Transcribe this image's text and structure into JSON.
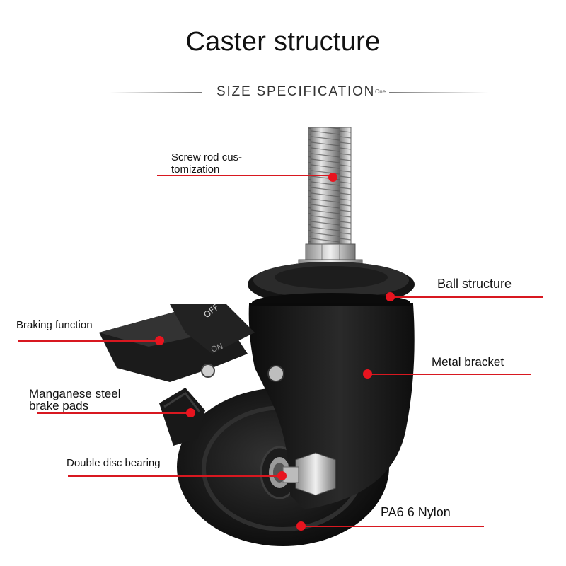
{
  "header": {
    "title": "Caster structure",
    "subtitle": "SIZE SPECIFICATION",
    "subtitle_small": "One"
  },
  "product": {
    "brake_marks": [
      "OFF",
      "ON"
    ]
  },
  "callouts": [
    {
      "id": "screw-rod",
      "text_line1": "Screw rod cus-",
      "text_line2": "tomization"
    },
    {
      "id": "ball-structure",
      "text_line1": "Ball structure"
    },
    {
      "id": "braking-function",
      "text_line1": "Braking function"
    },
    {
      "id": "metal-bracket",
      "text_line1": "Metal bracket"
    },
    {
      "id": "brake-pads",
      "text_line1": "Manganese steel",
      "text_line2": "brake pads"
    },
    {
      "id": "disc-bearing",
      "text_line1": "Double disc bearing"
    },
    {
      "id": "nylon",
      "text_line1": "PA6 6 Nylon"
    }
  ],
  "colors": {
    "accent": "#e8141f",
    "leader": "#d81820",
    "product_dark": "#1a1a1a"
  }
}
